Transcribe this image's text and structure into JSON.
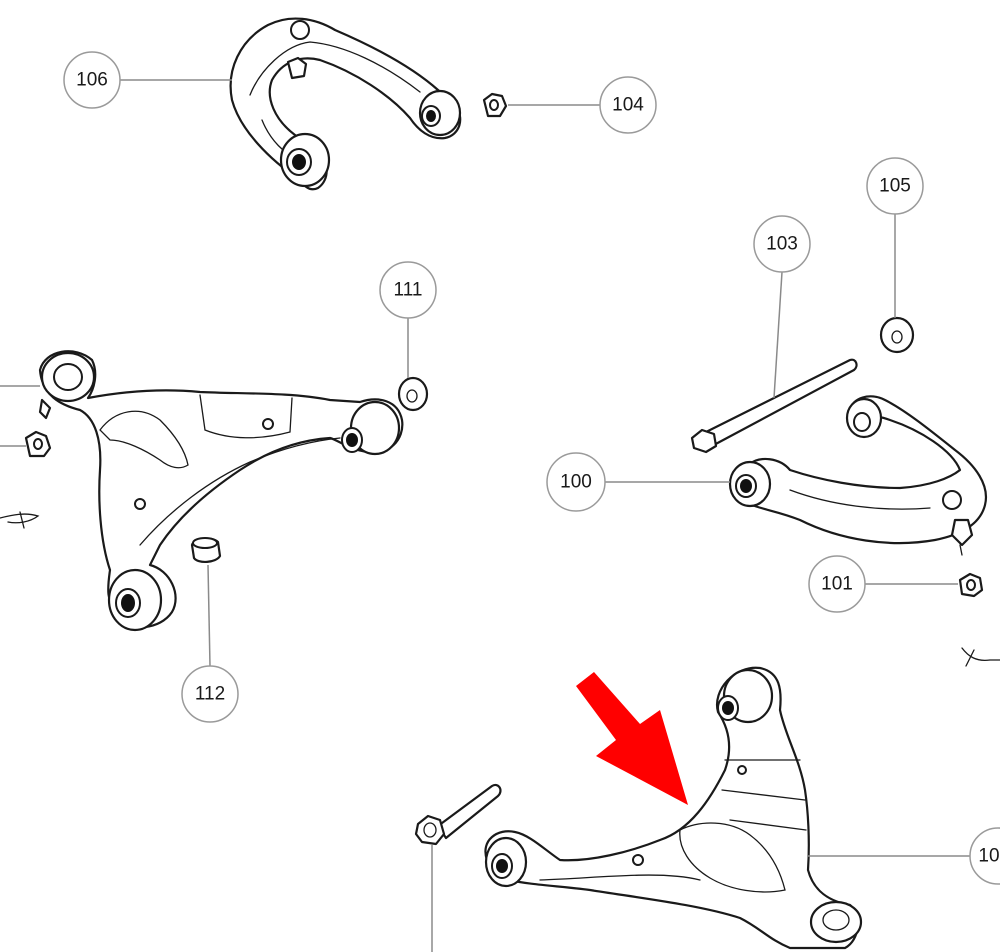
{
  "callouts": [
    {
      "id": "106",
      "label": "106"
    },
    {
      "id": "104",
      "label": "104"
    },
    {
      "id": "105",
      "label": "105"
    },
    {
      "id": "103",
      "label": "103"
    },
    {
      "id": "111",
      "label": "111"
    },
    {
      "id": "100",
      "label": "100"
    },
    {
      "id": "101",
      "label": "101"
    },
    {
      "id": "112",
      "label": "112"
    },
    {
      "id": "10x",
      "label": "10"
    }
  ],
  "colors": {
    "arrow": "#ff0000",
    "line_art": "#1a1a1a",
    "callout_border": "#9a9a9a",
    "background": "#ffffff"
  }
}
